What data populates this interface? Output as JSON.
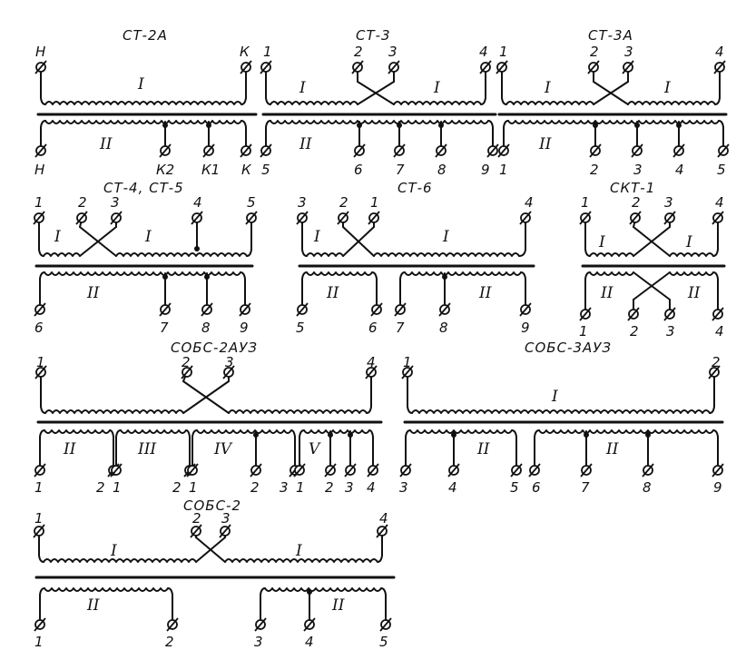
{
  "blocks": [
    {
      "title": "СТ-2А",
      "primary": {
        "terminals": [
          "Н",
          "К"
        ],
        "winding": "I"
      },
      "secondary": {
        "terminals": [
          "Н",
          "К2",
          "К1",
          "К"
        ],
        "winding": "II"
      }
    },
    {
      "title": "СТ-3",
      "primary": {
        "terminals": [
          "1",
          "2",
          "3",
          "4"
        ],
        "windings": [
          "I",
          "I"
        ]
      },
      "secondary": {
        "terminals": [
          "5",
          "6",
          "7",
          "8",
          "9"
        ],
        "winding": "II"
      }
    },
    {
      "title": "СТ-3А",
      "primary": {
        "terminals": [
          "1",
          "2",
          "3",
          "4"
        ],
        "windings": [
          "I",
          "I"
        ]
      },
      "secondary": {
        "terminals": [
          "1",
          "2",
          "3",
          "4",
          "5"
        ],
        "winding": "II"
      }
    },
    {
      "title": "СТ-4, СТ-5",
      "primary": {
        "terminals": [
          "1",
          "2",
          "3",
          "4",
          "5"
        ],
        "windings": [
          "I",
          "I"
        ]
      },
      "secondary": {
        "terminals": [
          "6",
          "7",
          "8",
          "9"
        ],
        "winding": "II"
      }
    },
    {
      "title": "СТ-6",
      "primary": {
        "terminals": [
          "3",
          "2",
          "1",
          "4"
        ],
        "windings": [
          "I",
          "I"
        ]
      },
      "secondary": {
        "terminals": [
          "5",
          "6",
          "7",
          "8",
          "9"
        ],
        "windings": [
          "II",
          "II"
        ]
      }
    },
    {
      "title": "СКТ-1",
      "primary": {
        "terminals": [
          "1",
          "2",
          "3",
          "4"
        ],
        "windings": [
          "I",
          "I"
        ]
      },
      "secondary": {
        "terminals": [
          "1",
          "2",
          "3",
          "4"
        ],
        "windings": [
          "II",
          "II"
        ]
      }
    },
    {
      "title": "СОБС-2АУЗ",
      "primary": {
        "terminals": [
          "1",
          "2",
          "3",
          "4"
        ]
      },
      "secondary": {
        "terminals": [
          "1",
          "2",
          "1",
          "2",
          "1",
          "2",
          "3",
          "1",
          "2",
          "3",
          "4"
        ],
        "windings": [
          "II",
          "III",
          "IV",
          "V"
        ]
      }
    },
    {
      "title": "СОБС-3АУЗ",
      "primary": {
        "terminals": [
          "1",
          "2"
        ],
        "winding": "I"
      },
      "secondary": {
        "terminals": [
          "3",
          "4",
          "5",
          "6",
          "7",
          "8",
          "9"
        ],
        "windings": [
          "II",
          "II"
        ]
      }
    },
    {
      "title": "СОБС-2",
      "primary": {
        "terminals": [
          "1",
          "2",
          "3",
          "4"
        ],
        "windings": [
          "I",
          "I"
        ]
      },
      "secondary": {
        "terminals": [
          "1",
          "2",
          "3",
          "4",
          "5"
        ],
        "windings": [
          "II",
          "II"
        ]
      }
    }
  ]
}
